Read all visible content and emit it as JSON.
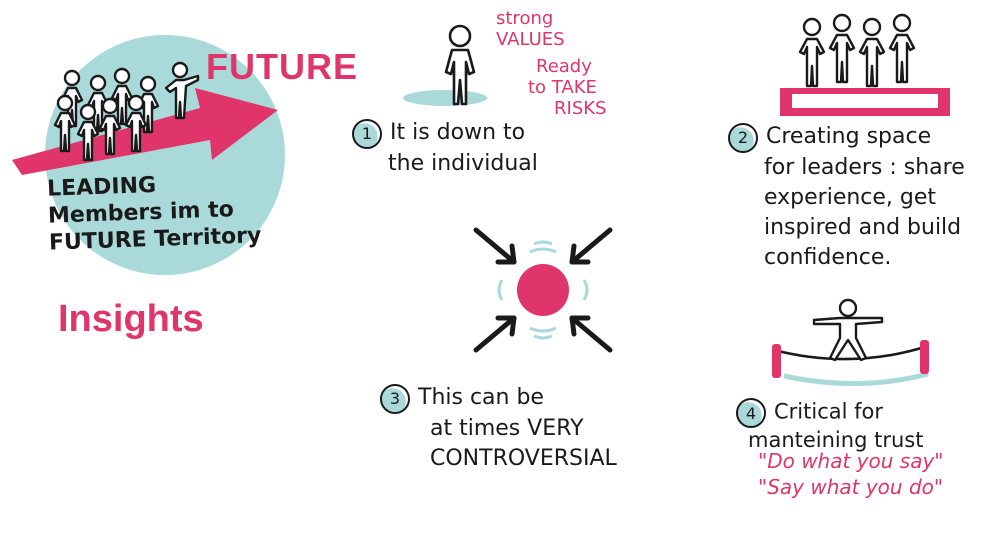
{
  "future_badge": {
    "word": "FUTURE",
    "title_lines": [
      "LEADING",
      "Members im to",
      "FUTURE Territory"
    ]
  },
  "section_heading": "Insights",
  "insights": [
    {
      "number": "1",
      "lines": [
        "It is down to",
        "the individual"
      ],
      "tags": [
        "strong",
        "VALUES",
        "Ready",
        "to TAKE",
        "RISKS"
      ]
    },
    {
      "number": "2",
      "lines": [
        "Creating space",
        "for leaders : share",
        "experience, get",
        "inspired and  build",
        "confidence."
      ]
    },
    {
      "number": "3",
      "lines": [
        "This can be",
        "at times VERY",
        "CONTROVERSIAL"
      ]
    },
    {
      "number": "4",
      "lines": [
        "Critical for",
        "manteining trust"
      ],
      "quotes": [
        "\"Do what you say\"",
        "\"Say what you do\""
      ]
    }
  ],
  "colors": {
    "accent": "#e0356b",
    "teal": "#a9d9d8",
    "ink": "#1a1a1a"
  }
}
